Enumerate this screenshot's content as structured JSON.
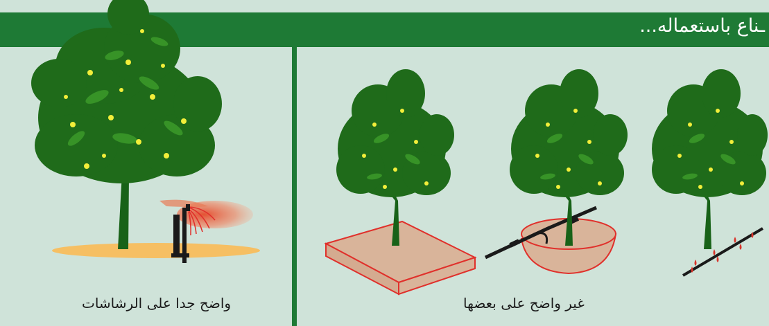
{
  "header": {
    "text": "ـناع باستعماله..."
  },
  "captions": {
    "left": "واضح جدا على الرشاشات",
    "right": "غير واضح على بعضها"
  },
  "colors": {
    "background": "#cfe3d9",
    "banner": "#1e7a35",
    "divider": "#1e7a35",
    "foliage": "#1f6b1a",
    "foliage_light": "#3c9a2a",
    "fruit": "#f2ee3a",
    "trunk": "#186218",
    "soil": "#f6bf63",
    "spray": "#e87a55",
    "basin_fill": "#d9b49a",
    "basin_line": "#e0302b",
    "pipe": "#1a1a1a",
    "water": "#d9342b"
  },
  "icons": [
    "sprinkler-icon",
    "drip-basin-icon",
    "bubbler-ring-icon",
    "drip-line-icon"
  ]
}
